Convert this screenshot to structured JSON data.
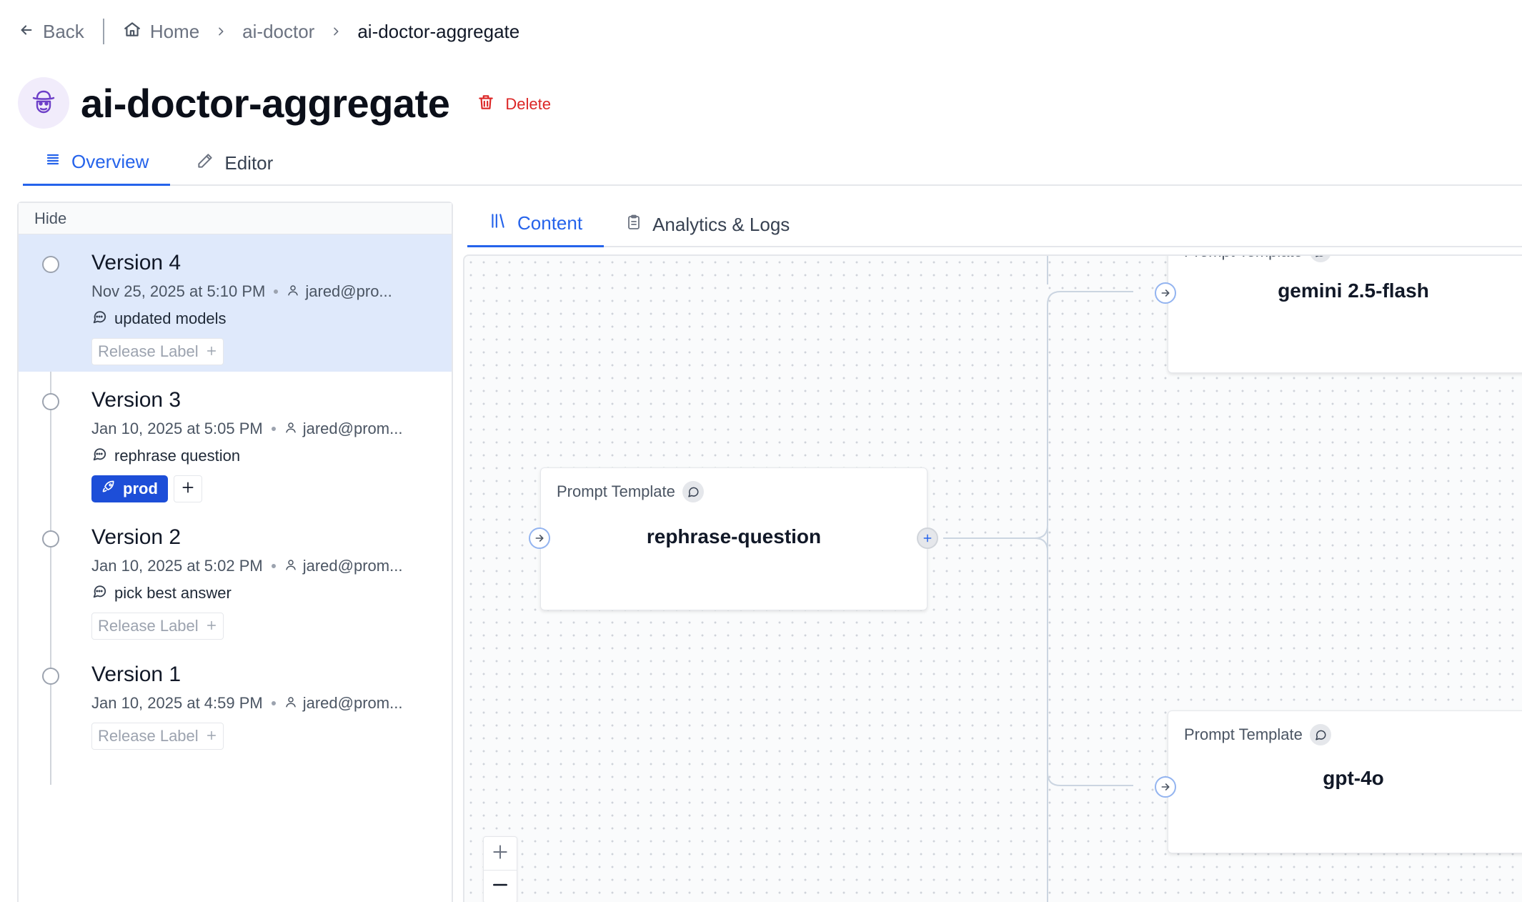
{
  "breadcrumb": {
    "back_label": "Back",
    "home_label": "Home",
    "parent_label": "ai-doctor",
    "current_label": "ai-doctor-aggregate"
  },
  "header": {
    "title": "ai-doctor-aggregate",
    "delete_label": "Delete",
    "avatar_icon": "cowboy-bot-icon"
  },
  "main_tabs": [
    {
      "label": "Overview",
      "icon": "list-icon",
      "active": true
    },
    {
      "label": "Editor",
      "icon": "pencil-icon",
      "active": false
    }
  ],
  "sidebar": {
    "hide_label": "Hide",
    "versions": [
      {
        "title": "Version 4",
        "date": "Nov 25, 2025 at 5:10 PM",
        "user": "jared@pro...",
        "message": "updated models",
        "label": "Release Label",
        "selected": true
      },
      {
        "title": "Version 3",
        "date": "Jan 10, 2025 at 5:05 PM",
        "user": "jared@prom...",
        "message": "rephrase question",
        "tag": "prod",
        "selected": false
      },
      {
        "title": "Version 2",
        "date": "Jan 10, 2025 at 5:02 PM",
        "user": "jared@prom...",
        "message": "pick best answer",
        "label": "Release Label",
        "selected": false
      },
      {
        "title": "Version 1",
        "date": "Jan 10, 2025 at 4:59 PM",
        "user": "jared@prom...",
        "label": "Release Label",
        "selected": false
      }
    ]
  },
  "content_tabs": [
    {
      "label": "Content",
      "icon": "columns-icon",
      "active": true
    },
    {
      "label": "Analytics & Logs",
      "icon": "clipboard-icon",
      "active": false
    }
  ],
  "canvas": {
    "nodes": [
      {
        "type_label": "Prompt Template",
        "name": "gemini 2.5-flash"
      },
      {
        "type_label": "Prompt Template",
        "name": "rephrase-question"
      },
      {
        "type_label": "Prompt Template",
        "name": "gpt-4o"
      }
    ]
  },
  "colors": {
    "accent": "#2563eb",
    "selected_bg": "#dfe9fb",
    "danger": "#dc2626",
    "prod_tag": "#1d4ed8"
  }
}
